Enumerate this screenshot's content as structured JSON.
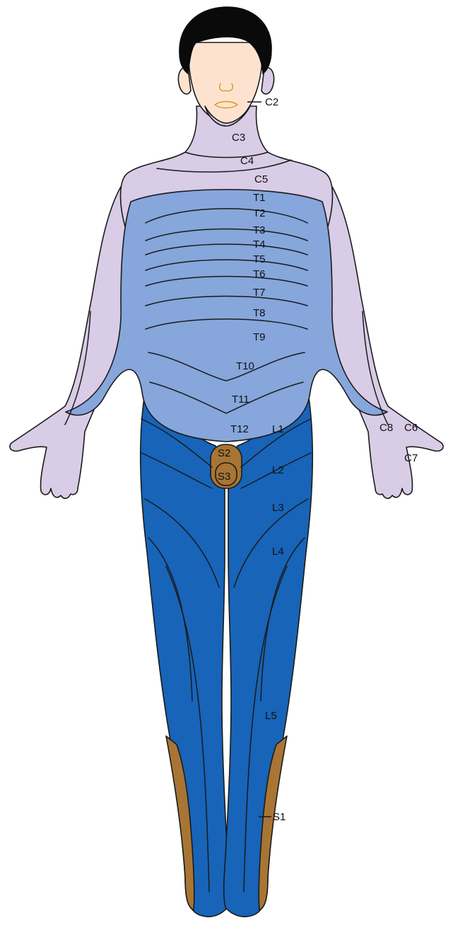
{
  "colors": {
    "cervical": "#d9cce6",
    "thoracic": "#86a6dc",
    "lumbar": "#1764b8",
    "sacral": "#a87535",
    "skin": "#fde3cf",
    "hair": "#0a0a0a"
  },
  "labels": {
    "c2": "C2",
    "c3": "C3",
    "c4": "C4",
    "c5": "C5",
    "c6": "C6",
    "c7": "C7",
    "c8": "C8",
    "t1": "T1",
    "t2": "T2",
    "t3": "T3",
    "t4": "T4",
    "t5": "T5",
    "t6": "T6",
    "t7": "T7",
    "t8": "T8",
    "t9": "T9",
    "t10": "T10",
    "t11": "T11",
    "t12": "T12",
    "l1": "L1",
    "l2": "L2",
    "l3": "L3",
    "l4": "L4",
    "l5": "L5",
    "s1": "S1",
    "s2": "S2",
    "s3": "S3"
  }
}
